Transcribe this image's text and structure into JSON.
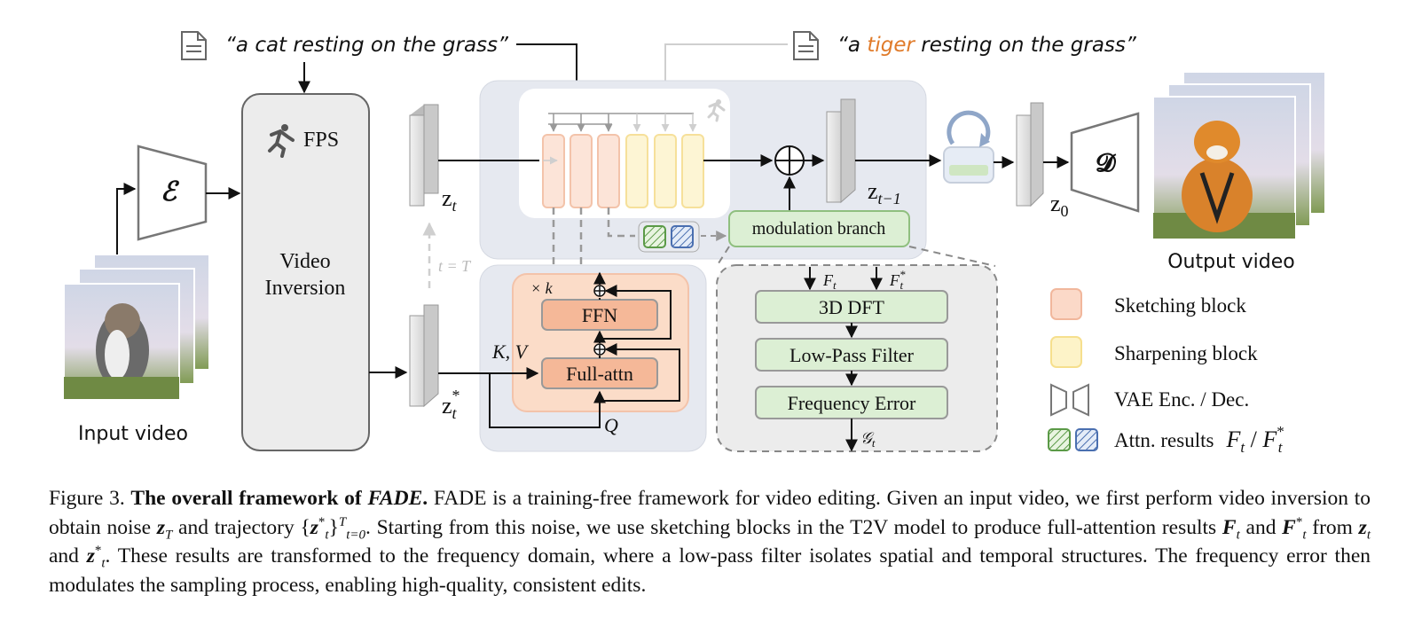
{
  "prompts": {
    "source": "“a cat resting on the grass”",
    "target_prefix": "“a ",
    "target_word": "tiger",
    "target_suffix": " resting on the grass”",
    "target_word_color": "#e07b2a"
  },
  "blocks": {
    "encoder_symbol": "ℰ",
    "decoder_symbol": "𝓓",
    "fps_label": "FPS",
    "inversion_label_1": "Video",
    "inversion_label_2": "Inversion",
    "modulation_branch": "modulation branch",
    "repeat_k": "× k",
    "ffn": "FFN",
    "full_attn": "Full-attn",
    "kv_label": "K, V",
    "q_label": "Q",
    "dft": "3D DFT",
    "low_pass": "Low-Pass Filter",
    "freq_error": "Frequency Error",
    "t_eq_T": "t = T"
  },
  "latents": {
    "z_t": "z",
    "z_t_sub": "t",
    "z_t1": "z",
    "z_t1_sub": "t−1",
    "z_0": "z",
    "z_0_sub": "0",
    "z_star": "z",
    "z_star_sub": "t",
    "z_star_sup": "*"
  },
  "freq_symbols": {
    "F": "F",
    "F_sub": "t",
    "Fs": "F",
    "Fs_sub": "t",
    "Fs_sup": "*",
    "G": "𝒢",
    "G_sub": "t"
  },
  "videos": {
    "input": "Input video",
    "output": "Output video"
  },
  "legend": {
    "sketching": "Sketching block",
    "sharpening": "Sharpening block",
    "vae": "VAE Enc. / Dec.",
    "attn": "Attn. results",
    "attn_F": "F",
    "attn_sub": "t",
    "attn_sep": " / ",
    "attn_Fs": "F",
    "attn_Fs_sub": "t",
    "attn_Fs_sup": "*"
  },
  "colors": {
    "sketching_fill": "#fbd9c8",
    "sketching_stroke": "#f1b79c",
    "sharpening_fill": "#fdf3c8",
    "sharpening_stroke": "#f6df8d",
    "green_fill": "#dcefd4",
    "green_stroke": "#8fbf7f",
    "panel_fill": "#e6e9f0",
    "attn_panel_fill": "#f9d8c2",
    "orange_block": "#f5b898"
  },
  "caption": {
    "fig_label": "Figure 3. ",
    "bold_title": "The overall framework of ",
    "bold_italic_name": "FADE",
    "bold_period": ".",
    "s1": " FADE is a training-free framework for video editing. Given an input video, we first perform video inversion to obtain noise ",
    "zT": "z",
    "zT_sub": "T",
    "s2": " and trajectory {",
    "traj_z": "z",
    "traj_sup": "*",
    "traj_sub": "t",
    "traj_close": "}",
    "traj_range_sup": "T",
    "traj_range_sub": "t=0",
    "s3": ". Starting from this noise, we use sketching blocks in the T2V model to produce full-attention results ",
    "Ft": "F",
    "Ft_sub": "t",
    "s4": " and ",
    "Fts": "F",
    "Fts_sup": "*",
    "Fts_sub": "t",
    "s5": " from ",
    "zt": "z",
    "zt_sub": "t",
    "s6": " and ",
    "zts": "z",
    "zts_sup": "*",
    "zts_sub": "t",
    "s7": ". These results are transformed to the frequency domain, where a low-pass filter isolates spatial and temporal structures. The frequency error then modulates the sampling process, enabling high-quality, consistent edits."
  }
}
